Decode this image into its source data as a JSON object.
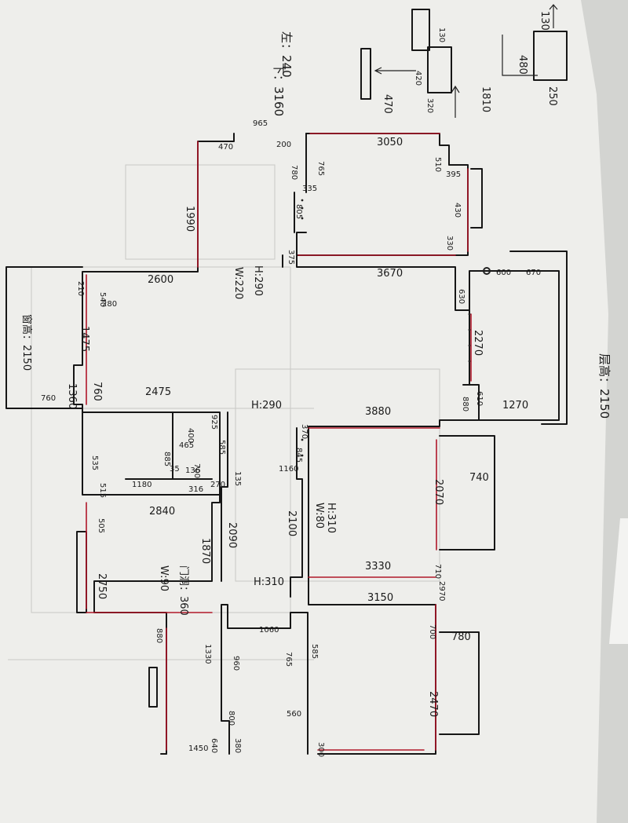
{
  "sheet": {
    "header_left": "130",
    "header_480": "480",
    "header_250": "250",
    "left": "左：240",
    "bottom": "下：3160",
    "sec2_130": "130",
    "sec2_420": "420",
    "sec2_320": "320",
    "sec2_1810": "1810",
    "sec2_470": "470",
    "room_3050": "3050",
    "room_765a": "765",
    "room_780": "780",
    "room_335a": "335",
    "room_805": "805",
    "room_200": "200",
    "room_965": "965",
    "room_470": "470",
    "room_1990": "1990",
    "room_375": "375",
    "room_510": "510",
    "room_395": "395",
    "room_430": "430",
    "room_330": "330",
    "h290": "H:290",
    "w220": "W:220",
    "room_2600": "2600",
    "room_210": "210",
    "room_540": "540",
    "room_280": "280",
    "room_1475": "1475",
    "room_760": "760",
    "room_1360": "1360",
    "room_760b": "760",
    "left_room": "窗高：2150",
    "room_3670": "3670",
    "room_600": "600",
    "room_670": "670",
    "room_630": "630",
    "room_2270": "2270",
    "room_880": "880",
    "room_610": "610",
    "room_1270": "1270",
    "ceiling": "层高：2150",
    "room_2475": "2475",
    "room_925": "925",
    "room_3880": "3880",
    "h290b": "H:290",
    "room_370": "370",
    "room_845": "845",
    "room_1160": "1160",
    "room_2070": "2070",
    "room_740": "740",
    "room_2840": "2840",
    "room_1870": "1870",
    "room_2090": "2090",
    "h310": "H:310",
    "w80": "W:80",
    "room_2100": "2100",
    "room_3330": "3330",
    "room_710": "710",
    "room_2970": "2970",
    "room_505": "505",
    "room_2750": "2750",
    "door": "门洞：360",
    "w90": "W:90",
    "h310b": "H:310",
    "room_3150": "3150",
    "room_700": "700",
    "room_780b": "780",
    "room_2470": "2470",
    "room_1330": "1330",
    "room_960": "960",
    "room_1060": "1060",
    "room_765b": "765",
    "room_585": "585",
    "room_880b": "880",
    "room_800": "800",
    "room_560": "560",
    "room_1450": "1450",
    "room_640": "640",
    "room_380": "380",
    "room_300": "300",
    "room_585b": "585",
    "room_700b": "700",
    "room_316": "316",
    "room_1180": "1180",
    "room_515": "515",
    "room_535": "535",
    "room_400": "400",
    "room_885": "885",
    "room_465": "465",
    "room_35": "35",
    "room_136": "136",
    "room_135": "135",
    "room_270": "270"
  }
}
